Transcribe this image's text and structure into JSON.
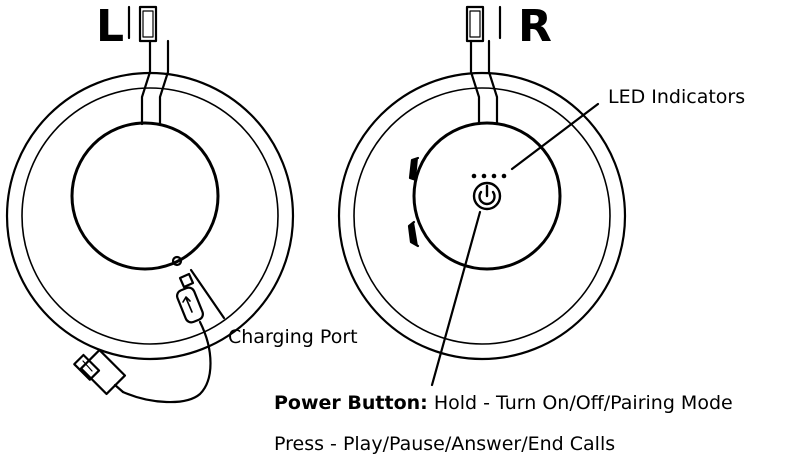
{
  "left_side": {
    "letter": "L"
  },
  "right_side": {
    "letter": "R"
  },
  "labels": {
    "led_indicators": "LED Indicators",
    "charging_port": "Charging Port",
    "power_button_title": "Power Button:",
    "power_button_hold": "Hold - Turn On/Off/Pairing Mode",
    "power_button_press": "Press - Play/Pause/Answer/End Calls"
  },
  "colors": {
    "line": "#000000",
    "background": "#ffffff"
  },
  "icons": [
    "power-icon",
    "usb-cable-icon",
    "led-dots-icon"
  ]
}
